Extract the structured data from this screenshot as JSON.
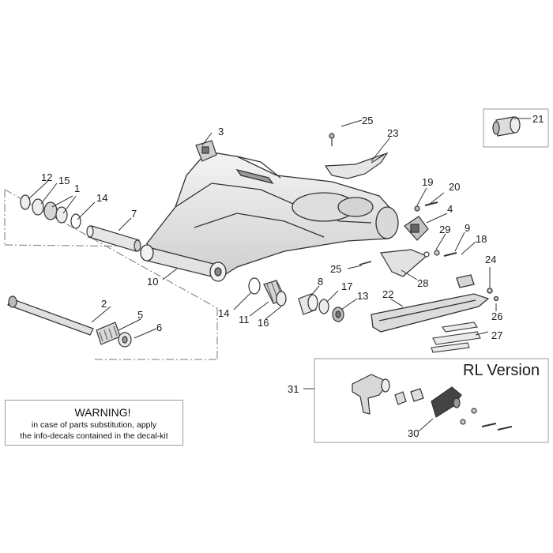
{
  "callouts": {
    "c1": "1",
    "c2": "2",
    "c3": "3",
    "c4": "4",
    "c5": "5",
    "c6": "6",
    "c7": "7",
    "c8": "8",
    "c9": "9",
    "c10": "10",
    "c11": "11",
    "c12": "12",
    "c13": "13",
    "c14a": "14",
    "c14b": "14",
    "c15": "15",
    "c16": "16",
    "c17": "17",
    "c18": "18",
    "c19": "19",
    "c20": "20",
    "c21": "21",
    "c22": "22",
    "c23": "23",
    "c24": "24",
    "c25a": "25",
    "c25b": "25",
    "c26": "26",
    "c27": "27",
    "c28": "28",
    "c29": "29",
    "c30": "30",
    "c31": "31"
  },
  "rl_box": {
    "title": "RL Version"
  },
  "warning": {
    "heading": "WARNING!",
    "line1": "in case of parts substitution, apply",
    "line2": "the info-decals contained in the decal-kit"
  },
  "colors": {
    "line": "#333333",
    "part_fill": "#e8e8e8",
    "part_dark": "#555555",
    "chain_fill": "#dcdcdc"
  }
}
